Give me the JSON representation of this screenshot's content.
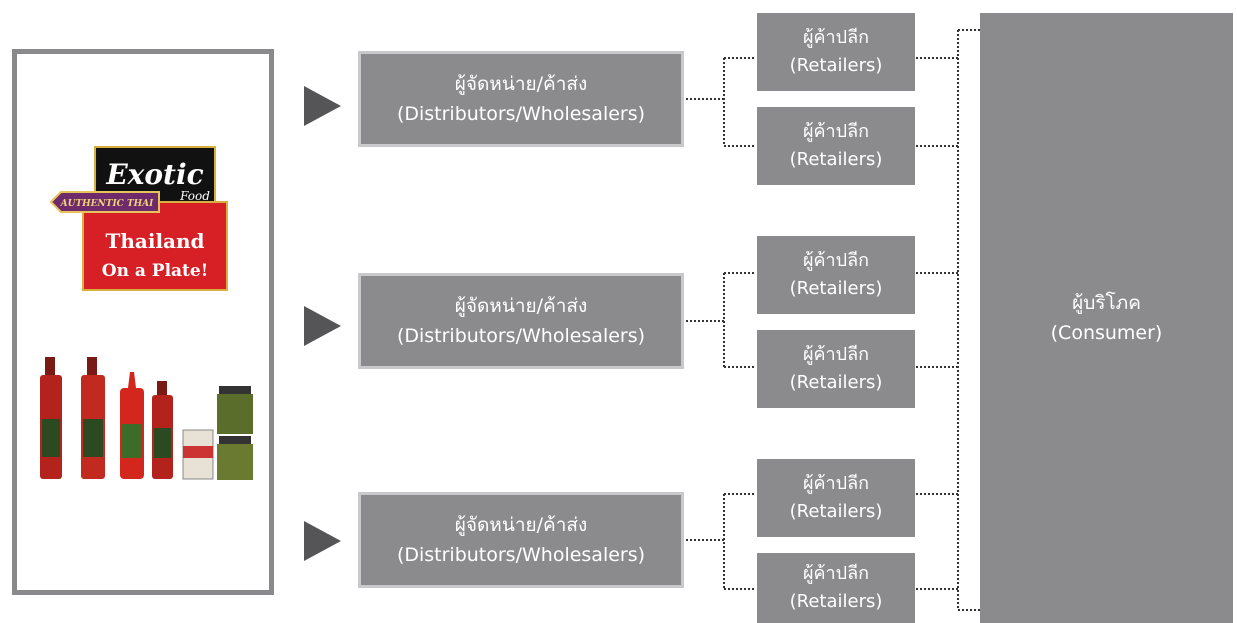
{
  "brand": {
    "logo_name": "Exotic",
    "logo_sub": "Food",
    "ribbon": "AUTHENTIC THAI",
    "slogan_line1": "Thailand",
    "slogan_line2": "On a Plate!"
  },
  "distributors": [
    {
      "thai": "ผู้จัดหน่าย/ค้าส่ง",
      "en": "(Distributors/Wholesalers)"
    },
    {
      "thai": "ผู้จัดหน่าย/ค้าส่ง",
      "en": "(Distributors/Wholesalers)"
    },
    {
      "thai": "ผู้จัดหน่าย/ค้าส่ง",
      "en": "(Distributors/Wholesalers)"
    }
  ],
  "retailers": [
    {
      "thai": "ผู้ค้าปลีก",
      "en": "(Retailers)"
    },
    {
      "thai": "ผู้ค้าปลีก",
      "en": "(Retailers)"
    },
    {
      "thai": "ผู้ค้าปลีก",
      "en": "(Retailers)"
    },
    {
      "thai": "ผู้ค้าปลีก",
      "en": "(Retailers)"
    },
    {
      "thai": "ผู้ค้าปลีก",
      "en": "(Retailers)"
    },
    {
      "thai": "ผู้ค้าปลีก",
      "en": "(Retailers)"
    }
  ],
  "consumer": {
    "thai": "ผู้บริโภค",
    "en": "(Consumer)"
  },
  "colors": {
    "box": "#8b8b8e",
    "panel_border": "#8a8a8d",
    "logo_red": "#d71f26",
    "arrow": "#555558"
  }
}
